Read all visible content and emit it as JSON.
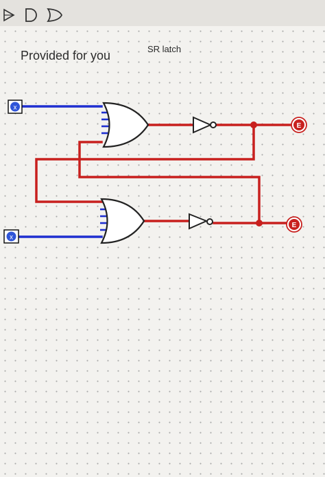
{
  "canvas": {
    "title_left": "Provided for you",
    "title_right": "SR latch"
  },
  "toolbar": {
    "tools": [
      "play-icon",
      "and-gate-icon",
      "or-gate-icon"
    ]
  },
  "inputs": [
    {
      "label": "x"
    },
    {
      "label": "x"
    }
  ],
  "outputs": [
    {
      "label": "E"
    },
    {
      "label": "E"
    }
  ],
  "colors": {
    "wire_active": "#c8201e",
    "wire_input": "#1f2fd0",
    "background": "#f3f2ef"
  }
}
